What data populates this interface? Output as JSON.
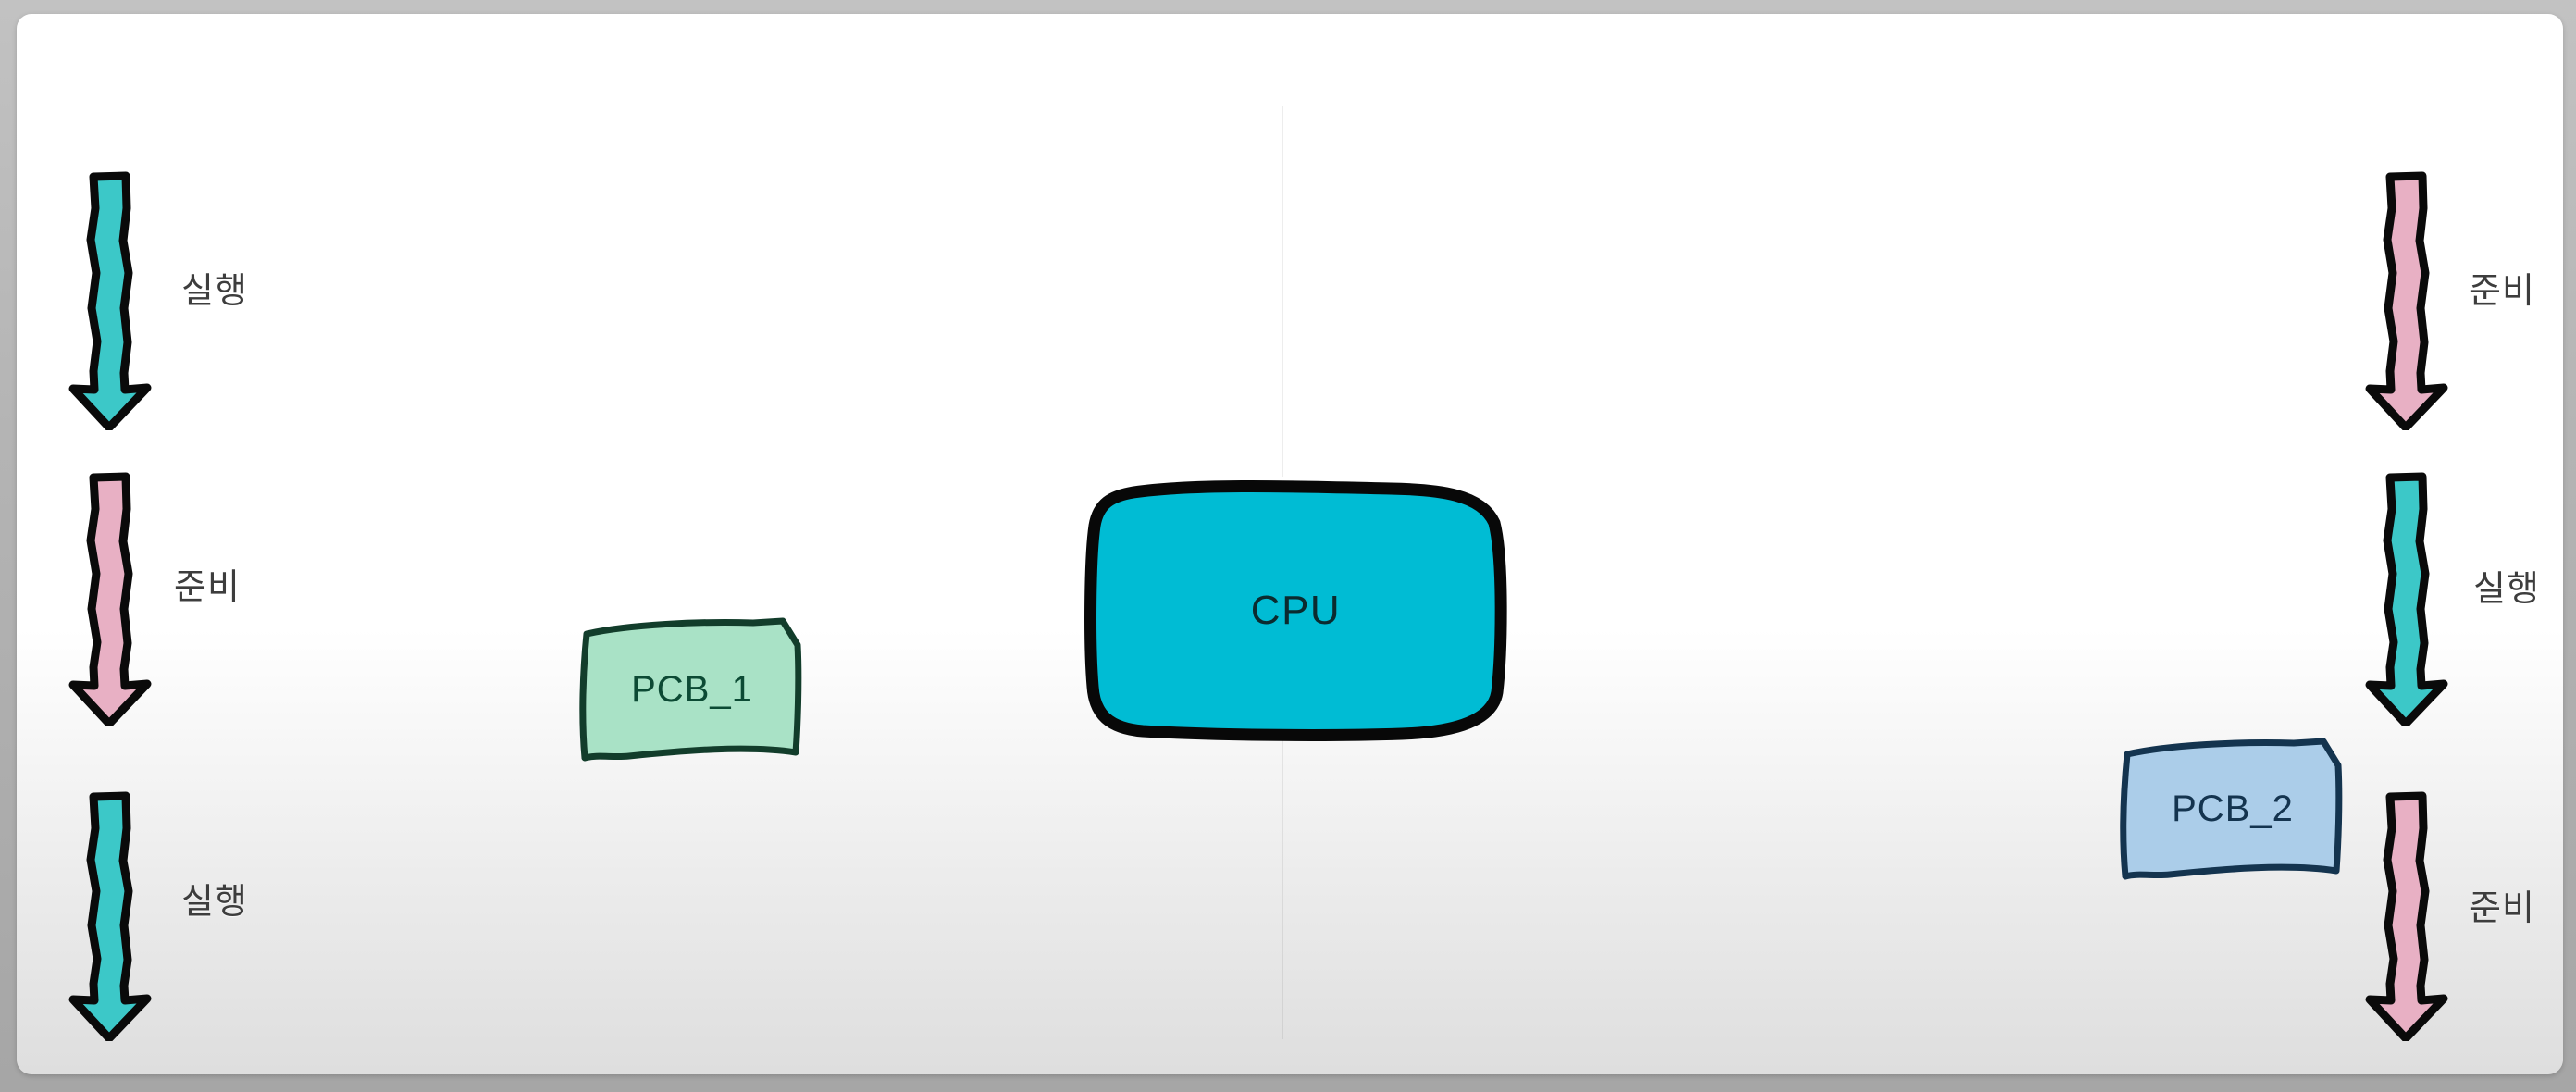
{
  "canvas": {
    "background_color": "#b0b0b0",
    "card_background_top": "#ffffff",
    "card_background_bottom": "#dedede"
  },
  "diagram": {
    "type": "cpu-scheduling-context-switch",
    "center_divider_color": "#eeeeee",
    "cpu": {
      "label": "CPU",
      "fill_color": "#00bcd4",
      "stroke_color": "#000000",
      "text_color": "#0b2b2f"
    },
    "pcbs": [
      {
        "id": "pcb-1",
        "label": "PCB_1",
        "fill_color": "#a9e2c6",
        "stroke_color": "#123d2b",
        "text_color": "#0c4a34"
      },
      {
        "id": "pcb-2",
        "label": "PCB_2",
        "fill_color": "#abcde9",
        "stroke_color": "#14344f",
        "text_color": "#14344f"
      }
    ],
    "colors": {
      "running": "#3cc8c8",
      "ready": "#e8b0c4",
      "outline": "#000000"
    },
    "left_column": {
      "arrows": [
        {
          "label": "실행",
          "state": "running",
          "color": "#3cc8c8"
        },
        {
          "label": "준비",
          "state": "ready",
          "color": "#e8b0c4"
        },
        {
          "label": "실행",
          "state": "running",
          "color": "#3cc8c8"
        }
      ]
    },
    "right_column": {
      "arrows": [
        {
          "label": "준비",
          "state": "ready",
          "color": "#e8b0c4"
        },
        {
          "label": "실행",
          "state": "running",
          "color": "#3cc8c8"
        },
        {
          "label": "준비",
          "state": "ready",
          "color": "#e8b0c4"
        }
      ]
    }
  }
}
